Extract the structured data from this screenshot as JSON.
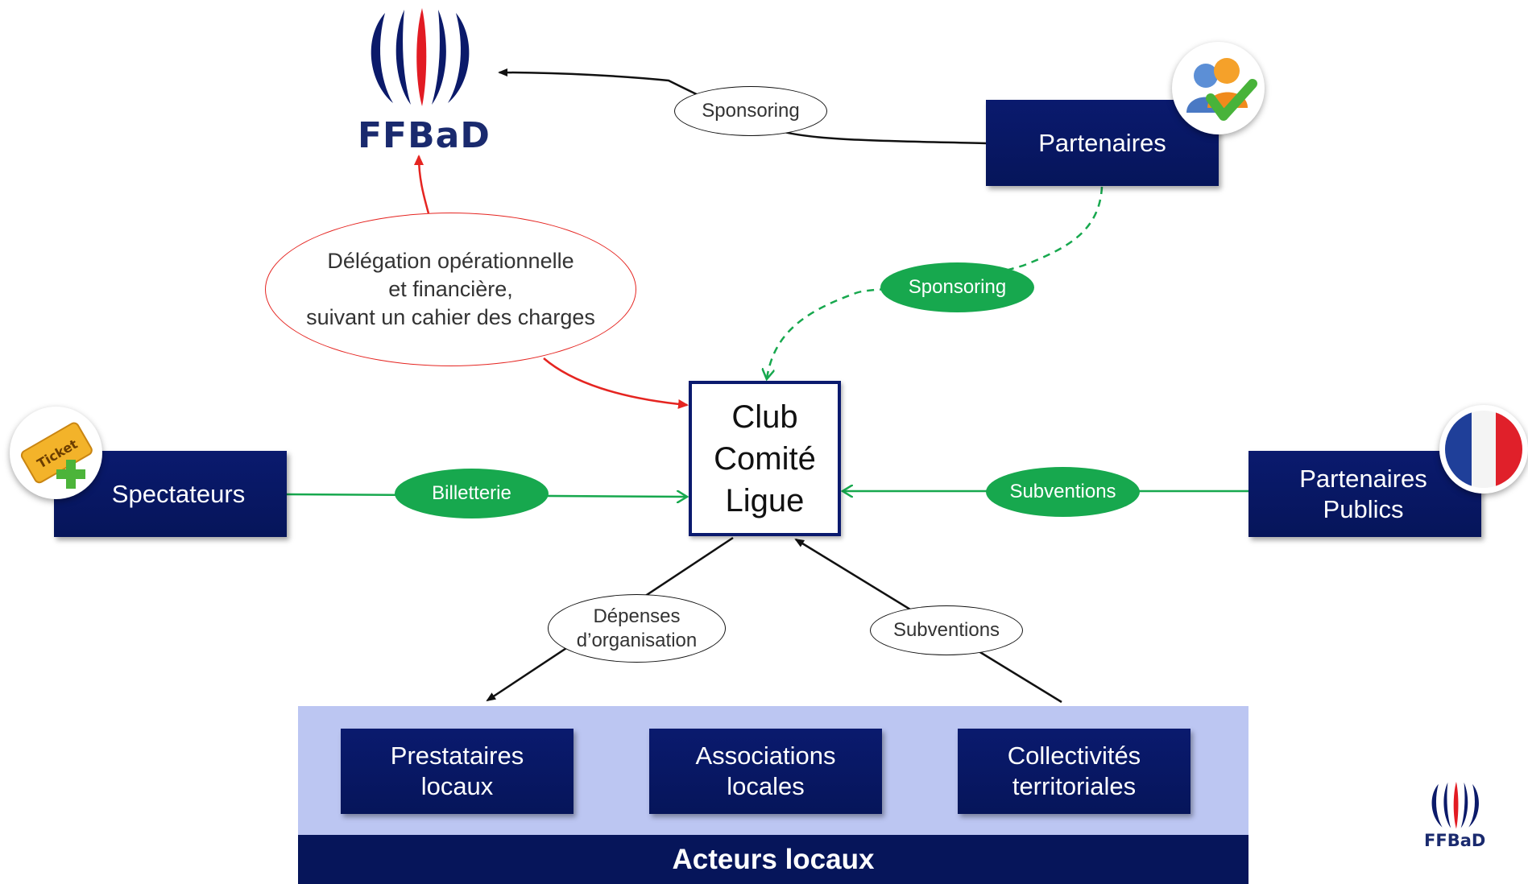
{
  "logo": {
    "name": "FFBaD",
    "text": "FFBaD"
  },
  "nodes": {
    "partenaires": "Partenaires",
    "spectateurs": "Spectateurs",
    "partenaires_publics": "Partenaires\nPublics",
    "club": "Club\nComité\nLigue",
    "prestataires": "Prestataires\nlocaux",
    "associations": "Associations\nlocales",
    "collectivites": "Collectivités\nterritoriales",
    "acteurs_locaux": "Acteurs locaux"
  },
  "labels": {
    "sponsoring_ffbad": "Sponsoring",
    "sponsoring_club": "Sponsoring",
    "delegation": "Délégation opérationnelle\net financière,\nsuivant un cahier des charges",
    "billetterie": "Billetterie",
    "subventions_publics": "Subventions",
    "depenses": "Dépenses\nd’organisation",
    "subventions_local": "Subventions"
  },
  "icons": {
    "partenaires": "users-check-icon",
    "spectateurs": "ticket-add-icon",
    "partenaires_publics": "french-flag-icon"
  },
  "colors": {
    "navy": "#06155a",
    "green": "#17a84e",
    "red": "#e52521",
    "light_blue": "#bcc6f2"
  }
}
